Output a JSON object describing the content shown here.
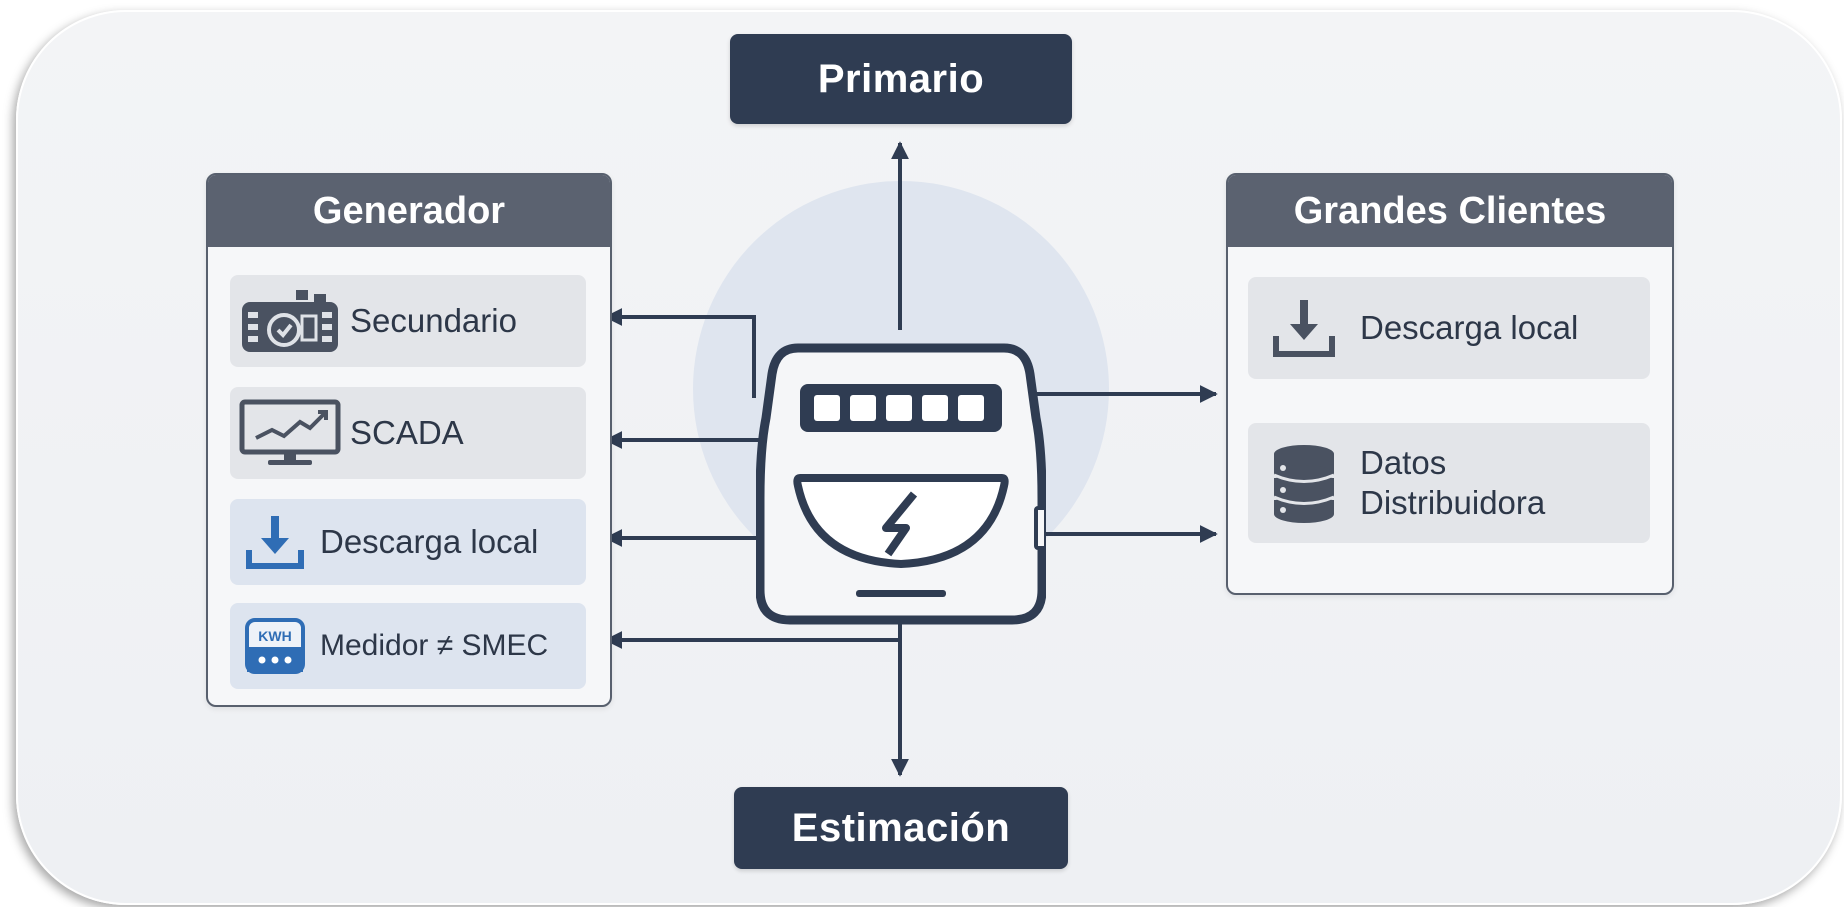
{
  "top_node": {
    "label": "Primario"
  },
  "bottom_node": {
    "label": "Estimación"
  },
  "left_panel": {
    "title": "Generador",
    "items": [
      {
        "label": "Secundario",
        "icon": "meter-panel-icon"
      },
      {
        "label": "SCADA",
        "icon": "monitor-chart-icon"
      },
      {
        "label": "Descarga local",
        "icon": "download-icon"
      },
      {
        "label": "Medidor ≠ SMEC",
        "icon": "kwh-meter-icon",
        "icon_text": "KWH"
      }
    ]
  },
  "right_panel": {
    "title": "Grandes Clientes",
    "items": [
      {
        "label": "Descarga local",
        "icon": "download-icon"
      },
      {
        "label_line1": "Datos",
        "label_line2": "Distribuidora",
        "icon": "database-icon"
      }
    ]
  },
  "center": {
    "icon": "electric-meter-icon"
  },
  "colors": {
    "dark_navy": "#2f3c52",
    "header_gray": "#5b6270",
    "item_gray": "#e3e5e9",
    "item_blue": "#dde4ef",
    "accent_blue": "#2f6db5",
    "halo": "#dfe5ef"
  }
}
